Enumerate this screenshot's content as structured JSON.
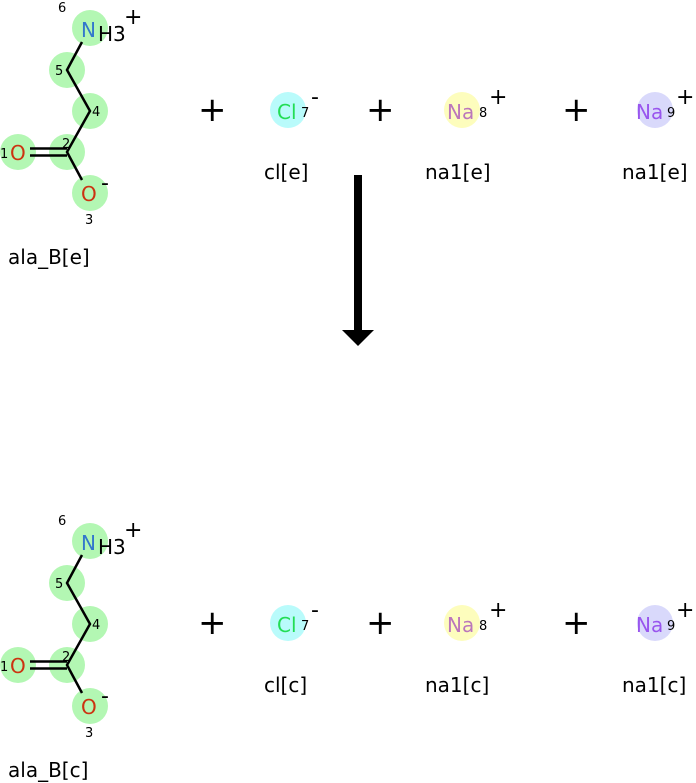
{
  "reactants": {
    "ala": {
      "name": "ala_B[e]",
      "n": "N",
      "h3": "H3",
      "o": "O",
      "n_charge": "+",
      "o_charge": "-",
      "atom_numbers": [
        "1",
        "2",
        "3",
        "4",
        "5",
        "6"
      ]
    },
    "cl": {
      "name": "cl[e]",
      "symbol": "Cl",
      "index": "7",
      "charge": "-"
    },
    "na_a": {
      "name": "na1[e]",
      "symbol": "Na",
      "index": "8",
      "charge": "+"
    },
    "na_b": {
      "name": "na1[e]",
      "symbol": "Na",
      "index": "9",
      "charge": "+"
    }
  },
  "products": {
    "ala": {
      "name": "ala_B[c]",
      "n": "N",
      "h3": "H3",
      "o": "O",
      "n_charge": "+",
      "o_charge": "-",
      "atom_numbers": [
        "1",
        "2",
        "3",
        "4",
        "5",
        "6"
      ]
    },
    "cl": {
      "name": "cl[c]",
      "symbol": "Cl",
      "index": "7",
      "charge": "-"
    },
    "na_a": {
      "name": "na1[c]",
      "symbol": "Na",
      "index": "8",
      "charge": "+"
    },
    "na_b": {
      "name": "na1[c]",
      "symbol": "Na",
      "index": "9",
      "charge": "+"
    }
  },
  "plus_sign": "+",
  "colors": {
    "carbon_hl": "#b3f7b3",
    "cl_hl": "#b9fbfb",
    "na8_hl": "#fdfdbd",
    "na9_hl": "#d9d9fb",
    "n": "#3377cc",
    "o": "#cc3311",
    "cl": "#22dd55",
    "na8": "#bb77bb",
    "na9": "#9955ee"
  }
}
